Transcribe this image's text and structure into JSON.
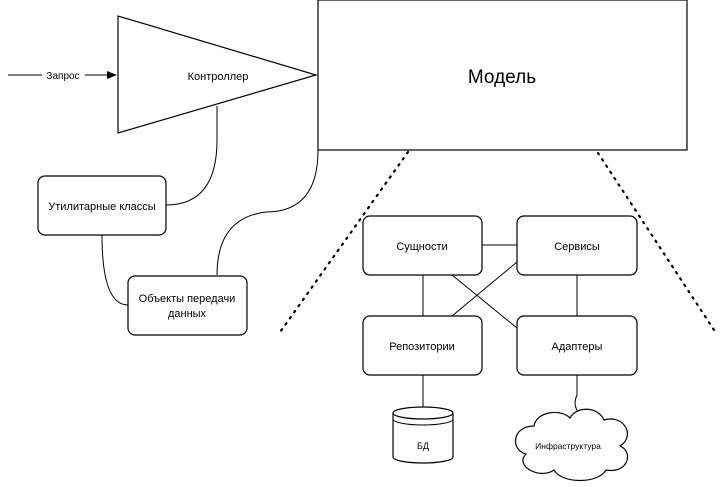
{
  "request_label": "Запрос",
  "controller_label": "Контроллер",
  "model_label": "Модель",
  "utility_label": "Утилитарные классы",
  "dto_label_line1": "Объекты передачи",
  "dto_label_line2": "данных",
  "entities_label": "Сущности",
  "services_label": "Сервисы",
  "repositories_label": "Репозитории",
  "adapters_label": "Адаптеры",
  "db_label": "БД",
  "infrastructure_label": "Инфраструктура"
}
